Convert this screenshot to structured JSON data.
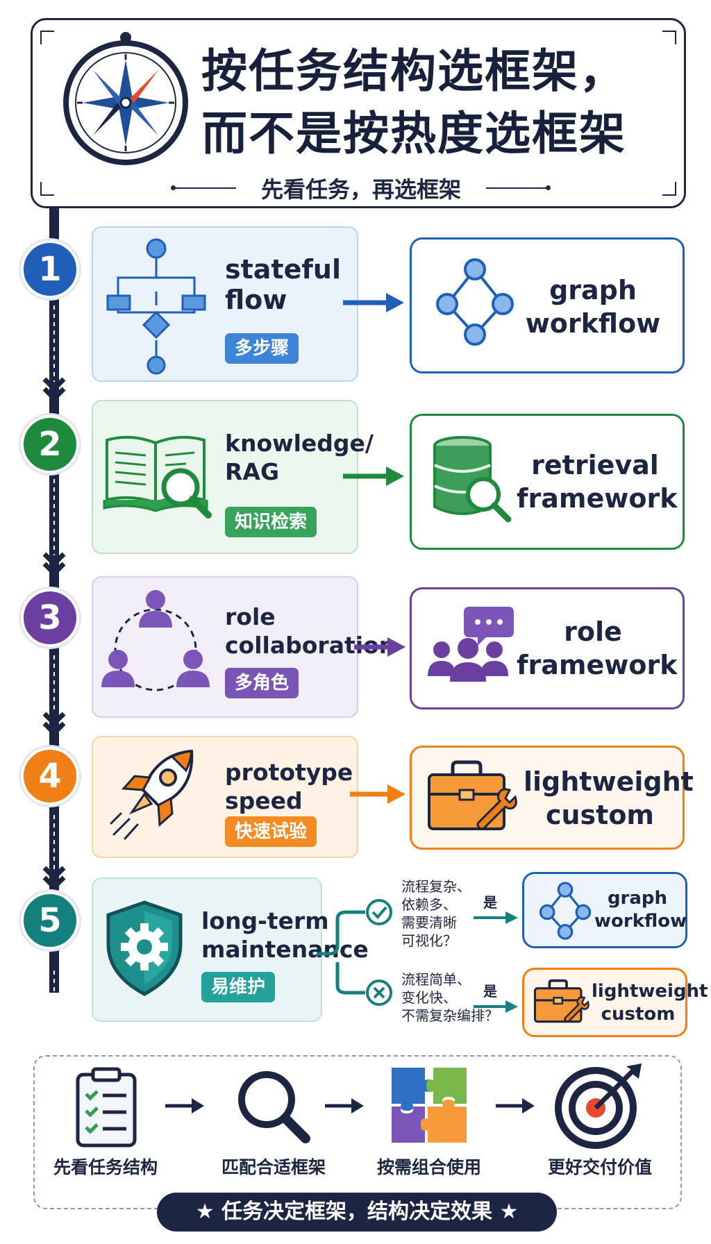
{
  "header": {
    "title_line1": "按任务结构选框架，",
    "title_line2": "而不是按热度选框架",
    "subtitle": "先看任务，再选框架",
    "icon": "compass-icon"
  },
  "colors": {
    "navy": "#1c2541",
    "blue": "#1f5fb8",
    "green": "#1e8a3c",
    "purple": "#6a3fa0",
    "orange": "#f07f16",
    "teal": "#14807e"
  },
  "steps": [
    {
      "number": "1",
      "label_line1": "stateful",
      "label_line2": "flow",
      "badge": "多步骤",
      "target_line1": "graph",
      "target_line2": "workflow",
      "icon": "flowchart-icon",
      "target_icon": "graph-nodes-icon"
    },
    {
      "number": "2",
      "label_line1": "knowledge/",
      "label_line2": "RAG",
      "badge": "知识检索",
      "target_line1": "retrieval",
      "target_line2": "framework",
      "icon": "book-search-icon",
      "target_icon": "database-search-icon"
    },
    {
      "number": "3",
      "label_line1": "role",
      "label_line2": "collaboration",
      "badge": "多角色",
      "target_line1": "role",
      "target_line2": "framework",
      "icon": "team-cycle-icon",
      "target_icon": "team-chat-icon"
    },
    {
      "number": "4",
      "label_line1": "prototype",
      "label_line2": "speed",
      "badge": "快速试验",
      "target_line1": "lightweight",
      "target_line2": "custom",
      "icon": "rocket-icon",
      "target_icon": "toolbox-wrench-icon"
    },
    {
      "number": "5",
      "label_line1": "long-term",
      "label_line2": "maintenance",
      "badge": "易维护",
      "icon": "shield-gear-icon"
    }
  ],
  "branches": [
    {
      "condition_lines": [
        "流程复杂、",
        "依赖多、",
        "需要清晰",
        "可视化？"
      ],
      "yes": "是",
      "target_line1": "graph",
      "target_line2": "workflow",
      "icon": "check-circle-icon",
      "target_icon": "graph-nodes-icon"
    },
    {
      "condition_lines": [
        "流程简单、",
        "变化快、",
        "不需复杂编排？"
      ],
      "yes": "是",
      "target_line1": "lightweight",
      "target_line2": "custom",
      "icon": "x-circle-icon",
      "target_icon": "toolbox-wrench-icon"
    }
  ],
  "process": [
    {
      "label": "先看任务结构",
      "icon": "clipboard-checklist-icon"
    },
    {
      "label": "匹配合适框架",
      "icon": "magnifier-icon"
    },
    {
      "label": "按需组合使用",
      "icon": "puzzle-icon"
    },
    {
      "label": "更好交付价值",
      "icon": "target-arrow-icon"
    }
  ],
  "banner": "★ 任务决定框架，结构决定效果 ★"
}
